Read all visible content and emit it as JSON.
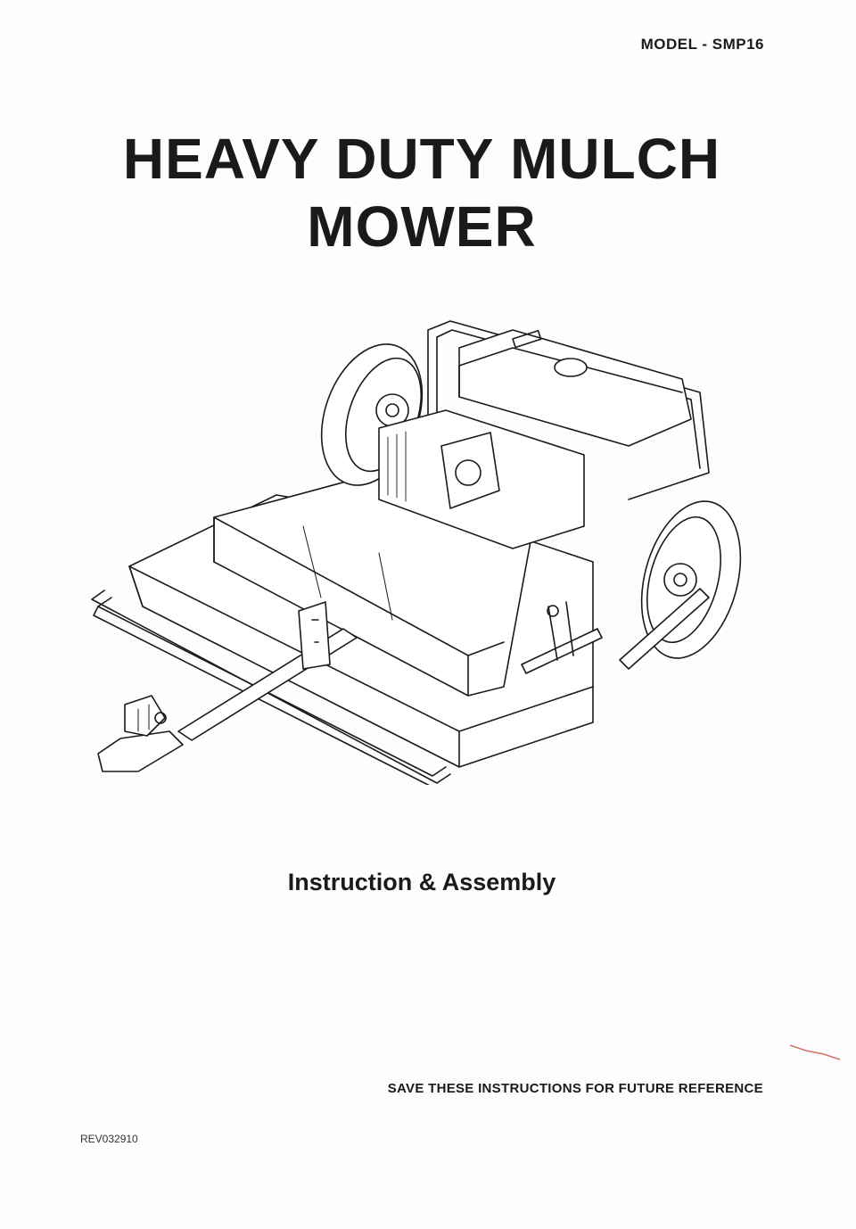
{
  "model_label": "MODEL - SMP16",
  "title_lines": [
    "HEAVY DUTY MULCH",
    "MOWER"
  ],
  "subtitle": "Instruction & Assembly",
  "save_notice": "SAVE THESE INSTRUCTIONS FOR FUTURE REFERENCE",
  "revision": "REV032910"
}
